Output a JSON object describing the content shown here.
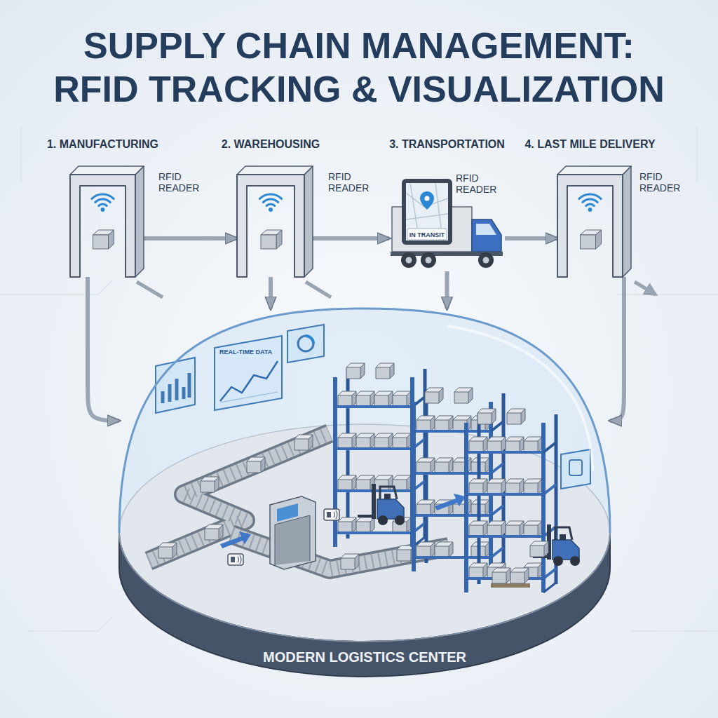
{
  "diagram": {
    "title": "SUPPLY CHAIN MANAGEMENT: RFID TRACKING & VISUALIZATION",
    "nodes": [
      {
        "text": [
          "1. MANUFACTURING",
          "RFID READER"
        ]
      },
      {
        "text": [
          "2. WAREHOUSING",
          "RFID READER"
        ]
      },
      {
        "text": [
          "3. TRANSPORTATION",
          "RFID READER"
        ]
      },
      {
        "text": [
          "4. LAST MILE DELIVERY",
          "RFID READER"
        ]
      },
      {
        "text": [
          "MODERN LOGISTICS CENTER"
        ]
      }
    ],
    "edges": [
      {
        "from": 0,
        "to": 1,
        "arrow": "to"
      },
      {
        "from": 1,
        "to": 2,
        "arrow": "to"
      },
      {
        "from": 2,
        "to": 3,
        "arrow": "to"
      },
      {
        "from": 0,
        "to": 4,
        "arrow": "to"
      },
      {
        "from": 1,
        "to": 4,
        "arrow": "to"
      },
      {
        "from": 2,
        "to": 4,
        "arrow": "to"
      },
      {
        "from": 3,
        "to": 4,
        "arrow": "to"
      }
    ],
    "labels": [
      "IN TRANSIT",
      "REAL-TIME DATA"
    ]
  }
}
